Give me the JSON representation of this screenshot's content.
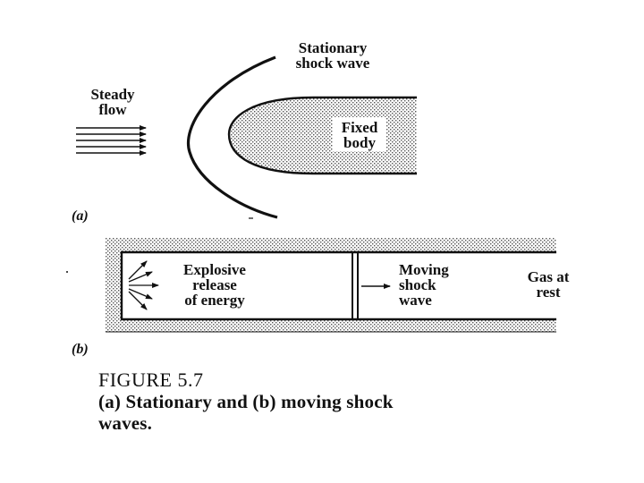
{
  "part_a": {
    "label": "(a)",
    "labels": {
      "steady_flow": [
        "Steady",
        "flow"
      ],
      "stationary_shock": [
        "Stationary",
        "shock wave"
      ],
      "fixed_body": [
        "Fixed",
        "body"
      ]
    }
  },
  "part_b": {
    "label": "(b)",
    "labels": {
      "explosive": [
        "Explosive",
        "release",
        "of energy"
      ],
      "moving_shock": [
        "Moving",
        "shock",
        "wave"
      ],
      "gas_at_rest": [
        "Gas at",
        "rest"
      ]
    }
  },
  "caption": {
    "title": "FIGURE 5.7",
    "line1": "(a) Stationary and (b) moving shock",
    "line2": "waves."
  }
}
